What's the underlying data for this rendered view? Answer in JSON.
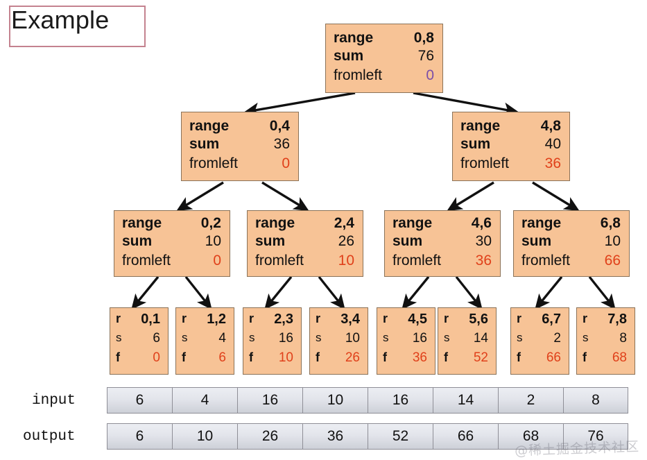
{
  "title": {
    "text": "Example"
  },
  "labels": {
    "range": "range",
    "sum": "sum",
    "fromleft": "fromleft",
    "range_short": "r",
    "sum_short": "s",
    "fromleft_short": "f"
  },
  "colors": {
    "node_fill": "#f7c396",
    "node_border": "#8a7258",
    "fromleft_red": "#e0401a",
    "fromleft_purple": "#7b4fa8",
    "title_border": "#c4828f",
    "cell_border": "#8e8e96"
  },
  "tree": {
    "root": {
      "range": "0,8",
      "sum": "76",
      "fromleft": "0",
      "fromleft_color": "purple"
    },
    "level2": [
      {
        "range": "0,4",
        "sum": "36",
        "fromleft": "0",
        "fromleft_color": "red"
      },
      {
        "range": "4,8",
        "sum": "40",
        "fromleft": "36",
        "fromleft_color": "red"
      }
    ],
    "level3": [
      {
        "range": "0,2",
        "sum": "10",
        "fromleft": "0",
        "fromleft_color": "red"
      },
      {
        "range": "2,4",
        "sum": "26",
        "fromleft": "10",
        "fromleft_color": "red"
      },
      {
        "range": "4,6",
        "sum": "30",
        "fromleft": "36",
        "fromleft_color": "red"
      },
      {
        "range": "6,8",
        "sum": "10",
        "fromleft": "66",
        "fromleft_color": "red"
      }
    ],
    "leaves": [
      {
        "range": "0,1",
        "sum": "6",
        "fromleft": "0"
      },
      {
        "range": "1,2",
        "sum": "4",
        "fromleft": "6"
      },
      {
        "range": "2,3",
        "sum": "16",
        "fromleft": "10"
      },
      {
        "range": "3,4",
        "sum": "10",
        "fromleft": "26"
      },
      {
        "range": "4,5",
        "sum": "16",
        "fromleft": "36"
      },
      {
        "range": "5,6",
        "sum": "14",
        "fromleft": "52"
      },
      {
        "range": "6,7",
        "sum": "2",
        "fromleft": "66"
      },
      {
        "range": "7,8",
        "sum": "8",
        "fromleft": "68"
      }
    ]
  },
  "arrays": {
    "input": {
      "label": "input",
      "values": [
        "6",
        "4",
        "16",
        "10",
        "16",
        "14",
        "2",
        "8"
      ]
    },
    "output": {
      "label": "output",
      "values": [
        "6",
        "10",
        "26",
        "36",
        "52",
        "66",
        "68",
        "76"
      ]
    }
  },
  "watermark": {
    "text": "@稀土掘金技术社区"
  }
}
